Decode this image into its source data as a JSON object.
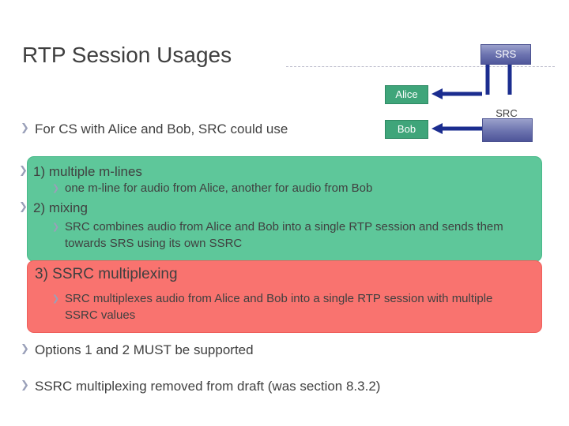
{
  "slide": {
    "title": "RTP Session Usages",
    "diagram": {
      "srs_label": "SRS",
      "src_label": "SRC",
      "alice_label": "Alice",
      "bob_label": "Bob",
      "colors": {
        "endpoint_green": "#3fa57a",
        "node_blue": "#5d64a6",
        "arrow_blue": "#1f2f8a",
        "panel_green": "#5ec79a",
        "panel_red": "#f9736f"
      }
    },
    "bullets": {
      "intro": "For CS with Alice and Bob, SRC could use",
      "option1": "1) multiple m-lines",
      "option1_sub": "one m-line for audio from Alice, another for audio from Bob",
      "option2": "2) mixing",
      "option2_sub": "SRC combines audio from Alice and Bob into a single RTP session and sends them towards SRS using its own SSRC",
      "option3": "3) SSRC multiplexing",
      "option3_sub": "SRC multiplexes audio from Alice and Bob into a single RTP session with multiple SSRC values",
      "note1": "Options 1 and 2 MUST be supported",
      "note2": "SSRC multiplexing removed from draft (was section 8.3.2)"
    },
    "bullet_glyph": "❯",
    "sub_bullet_glyph": "❯"
  }
}
